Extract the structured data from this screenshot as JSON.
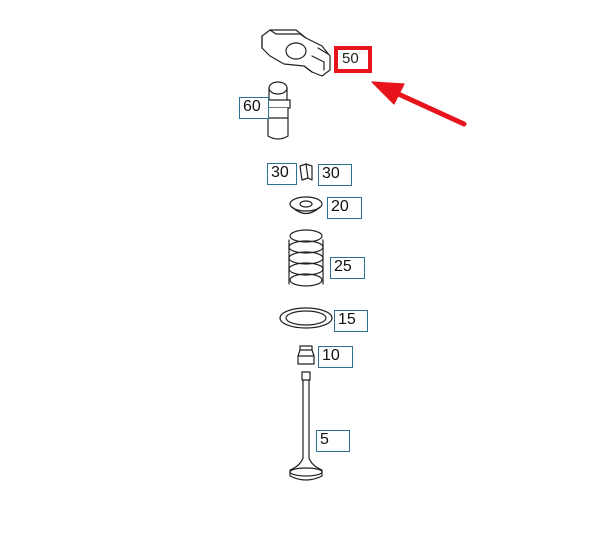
{
  "parts": [
    {
      "id": "rocker-arm",
      "number": "50"
    },
    {
      "id": "lifter",
      "number": "60"
    },
    {
      "id": "keeper-left",
      "number": "30"
    },
    {
      "id": "keeper-right",
      "number": "30"
    },
    {
      "id": "spring-retainer",
      "number": "20"
    },
    {
      "id": "valve-spring",
      "number": "25"
    },
    {
      "id": "spring-seat",
      "number": "15"
    },
    {
      "id": "valve-seal",
      "number": "10"
    },
    {
      "id": "valve",
      "number": "5"
    }
  ],
  "highlight": {
    "part": "rocker-arm",
    "color": "#e8141c"
  },
  "colors": {
    "label_border": "#2f6f8f",
    "line": "#222222"
  }
}
